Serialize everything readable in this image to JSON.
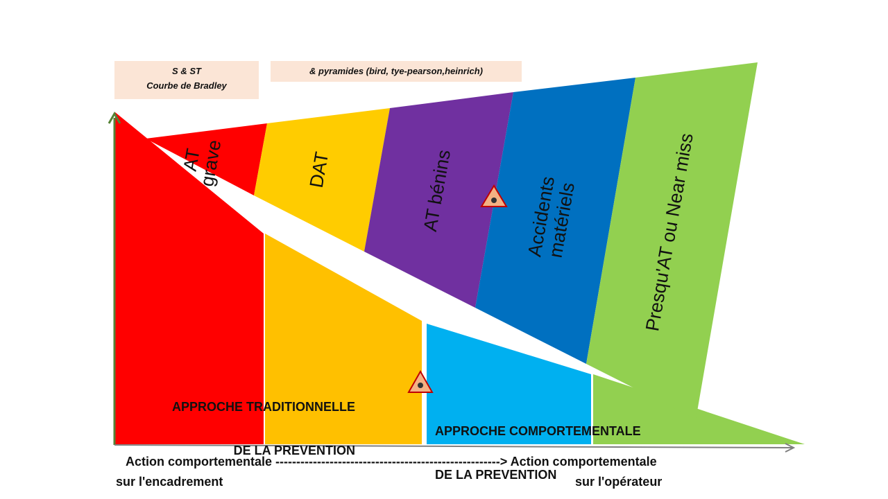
{
  "top_boxes": {
    "left_line1": "S & ST",
    "left_line2": "Courbe de Bradley",
    "right": "& pyramides (bird, tye-pearson,heinrich)"
  },
  "pyramid_bands": [
    {
      "label1": "AT",
      "label2": "grave",
      "color": "#ff0000"
    },
    {
      "label1": "DAT",
      "color": "#ffcc00"
    },
    {
      "label1": "AT bénins",
      "color": "#7030a0"
    },
    {
      "label1": "Accidents",
      "label2": "matériels",
      "color": "#0070c0"
    },
    {
      "label1": "Presqu'AT ou Near miss",
      "color": "#92d050"
    }
  ],
  "bottom_columns": {
    "colors": [
      "#ff0000",
      "#ffc000",
      "#00b0f0",
      "#92d050"
    ]
  },
  "approaches": {
    "traditional_line1": "APPROCHE TRADITIONNELLE",
    "traditional_line2": "DE LA PREVENTION",
    "behavioral_line1": "APPROCHE COMPORTEMENTALE",
    "behavioral_line2": "DE LA PREVENTION"
  },
  "axis": {
    "left_line1": "Action comportementale ------------------------------------------------------> Action comportementale",
    "left_line2": "sur l'encadrement",
    "right_line2": "sur l'opérateur",
    "color": "#548235"
  },
  "icons": [
    "warning-sign-icon",
    "warning-sign-icon"
  ]
}
